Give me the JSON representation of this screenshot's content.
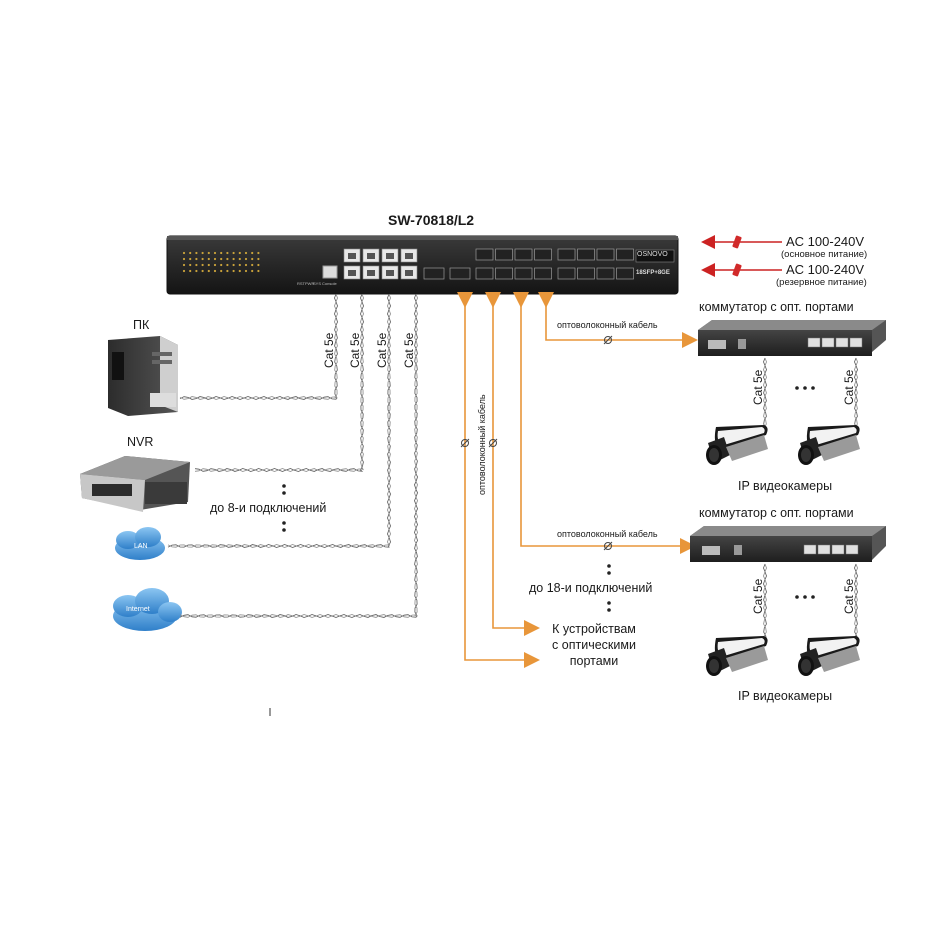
{
  "main_switch": {
    "model": "SW-70818/L2",
    "brand": "OSNOVO",
    "badge": "18SFP+8GE",
    "port_labels": [
      "RST",
      "PWR",
      "SYS",
      "Console"
    ]
  },
  "power": [
    {
      "main": "AC 100-240V",
      "note": "(основное питание)"
    },
    {
      "main": "AC 100-240V",
      "note": "(резервное питание)"
    }
  ],
  "left_devices": {
    "pc": "ПК",
    "nvr": "NVR",
    "lan": "LAN",
    "internet": "Internet",
    "connections_note": "до 8-и подключений"
  },
  "cables": {
    "cat5e": [
      "Cat 5e",
      "Cat 5e",
      "Cat 5e",
      "Cat 5e"
    ],
    "fiber_vertical": "оптоволоконный кабель",
    "fiber_top": "оптоволоконный кабель",
    "fiber_bottom": "оптоволоконный кабель"
  },
  "center_notes": {
    "fiber_connections": "до 18-и подключений",
    "optical_devices": [
      "К устройствам",
      "с оптическими",
      "портами"
    ]
  },
  "right_top": {
    "switch_title": "коммутатор с опт. портами",
    "cat_left": "Cat 5e",
    "cat_right": "Cat 5e",
    "cameras_label": "IP видеокамеры"
  },
  "right_bottom": {
    "switch_title": "коммутатор с опт. портами",
    "cat_left": "Cat 5e",
    "cat_right": "Cat 5e",
    "cameras_label": "IP видеокамеры"
  },
  "colors": {
    "fiber": "#e8963a",
    "power_arrow": "#cc2222",
    "switch_body": "#2a2a2a",
    "cloud": "#3b8fd4"
  }
}
